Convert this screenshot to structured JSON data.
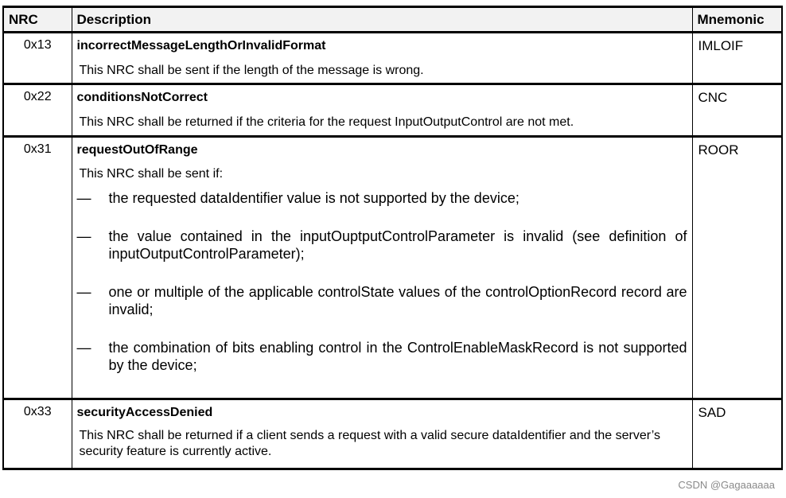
{
  "table": {
    "headers": {
      "nrc": "NRC",
      "description": "Description",
      "mnemonic": "Mnemonic"
    },
    "rows": [
      {
        "code": "0x13",
        "name": "incorrectMessageLengthOrInvalidFormat",
        "text": "This NRC shall be sent if the length of the message is wrong.",
        "mnemonic": "IMLOIF"
      },
      {
        "code": "0x22",
        "name": "conditionsNotCorrect",
        "text": "This NRC shall be returned if the criteria for the request InputOutputControl are not met.",
        "mnemonic": "CNC"
      },
      {
        "code": "0x31",
        "name": "requestOutOfRange",
        "intro": "This NRC shall be sent if:",
        "dash": "—",
        "bullets": [
          "the requested dataIdentifier value is not supported by the device;",
          "the value contained in the inputOuptputControlParameter is invalid (see definition of inputOutputControlParameter);",
          "one or multiple of the applicable controlState values of the controlOptionRecord record are invalid;",
          "the combination of bits enabling control in the ControlEnableMaskRecord is not supported by the device;"
        ],
        "mnemonic": "ROOR"
      },
      {
        "code": "0x33",
        "name": "securityAccessDenied",
        "text": "This NRC shall be returned if a client sends a request with a valid secure dataIdentifier and the server’s security feature is currently active.",
        "mnemonic": "SAD"
      }
    ]
  },
  "watermark": "CSDN @Gagaaaaaa"
}
